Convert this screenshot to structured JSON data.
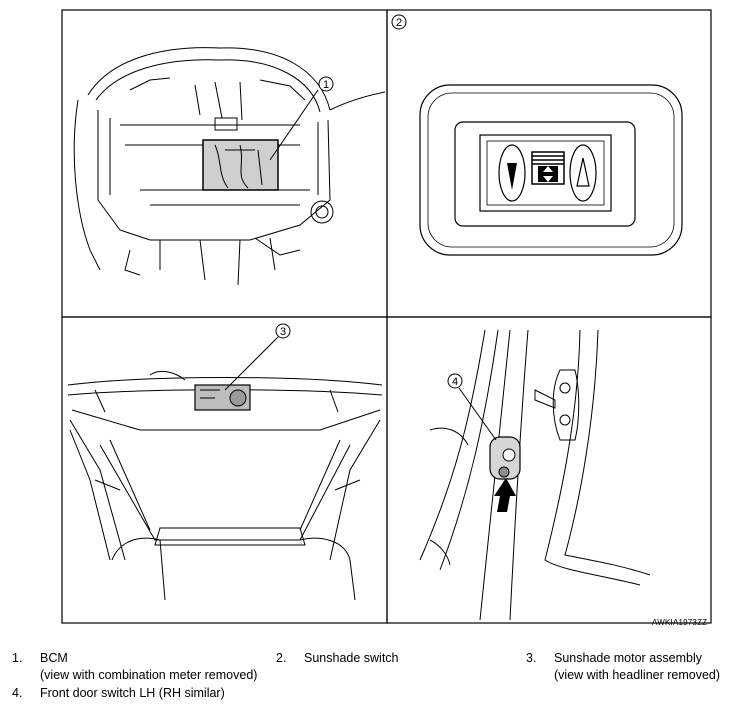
{
  "figure_code": "AWKIA1973ZZ",
  "callouts": [
    "1",
    "2",
    "3",
    "4"
  ],
  "legend": [
    {
      "num": "1.",
      "title": "BCM",
      "detail": "(view with combination meter removed)"
    },
    {
      "num": "2.",
      "title": "Sunshade switch",
      "detail": ""
    },
    {
      "num": "3.",
      "title": "Sunshade motor assembly",
      "detail": "(view with headliner removed)"
    },
    {
      "num": "4.",
      "title": "Front door switch LH (RH similar)",
      "detail": ""
    }
  ]
}
